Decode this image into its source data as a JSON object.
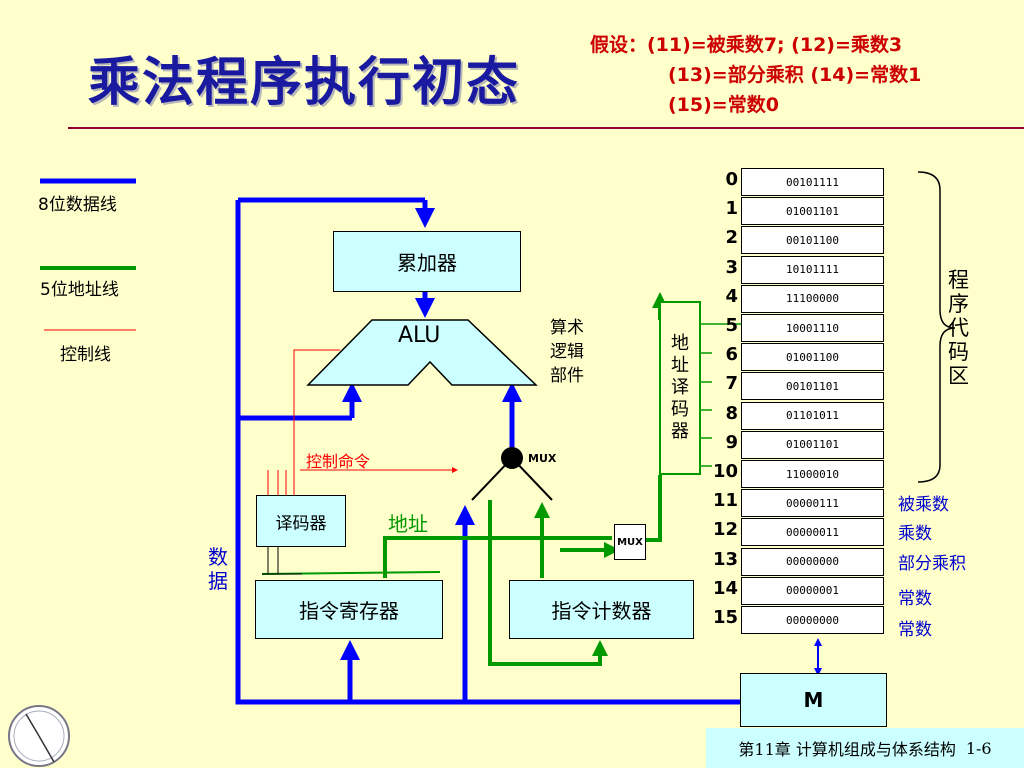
{
  "title": "乘法程序执行初态",
  "assumptions": [
    "假设：(11)=被乘数7;   (12)=乘数3",
    "(13)=部分乘积   (14)=常数1",
    "(15)=常数0"
  ],
  "legend": {
    "data_line": "8位数据线",
    "addr_line": "5位地址线",
    "ctrl_line": "控制线"
  },
  "colors": {
    "data": "#0000ff",
    "addr": "#009900",
    "ctrl": "#ff0000",
    "box": "#ccffff"
  },
  "components": {
    "accumulator": "累加器",
    "alu": "ALU",
    "alu_desc": "算术\n逻辑\n部件",
    "mux_top": "MUX",
    "mux_small": "MUX",
    "control_cmd": "控制命令",
    "decoder": "译码器",
    "address": "地址",
    "data_vertical": "数\n据",
    "ir": "指令寄存器",
    "pc": "指令计数器",
    "addr_decoder": "地\n址\n译\n码\n器",
    "memory": "M"
  },
  "memory": [
    {
      "addr": "0",
      "value": "00101111"
    },
    {
      "addr": "1",
      "value": "01001101"
    },
    {
      "addr": "2",
      "value": "00101100"
    },
    {
      "addr": "3",
      "value": "10101111"
    },
    {
      "addr": "4",
      "value": "11100000"
    },
    {
      "addr": "5",
      "value": "10001110"
    },
    {
      "addr": "6",
      "value": "01001100"
    },
    {
      "addr": "7",
      "value": "00101101"
    },
    {
      "addr": "8",
      "value": "01101011"
    },
    {
      "addr": "9",
      "value": "01001101"
    },
    {
      "addr": "10",
      "value": "11000010"
    },
    {
      "addr": "11",
      "value": "00000111"
    },
    {
      "addr": "12",
      "value": "00000011"
    },
    {
      "addr": "13",
      "value": "00000000"
    },
    {
      "addr": "14",
      "value": "00000001"
    },
    {
      "addr": "15",
      "value": "00000000"
    }
  ],
  "code_region": "程\n序\n代\n码\n区",
  "data_labels": [
    "被乘数",
    "乘数",
    "部分乘积",
    "常数",
    "常数"
  ],
  "footer": {
    "chapter": "第11章 计算机组成与体系结构",
    "page": "1-6"
  }
}
